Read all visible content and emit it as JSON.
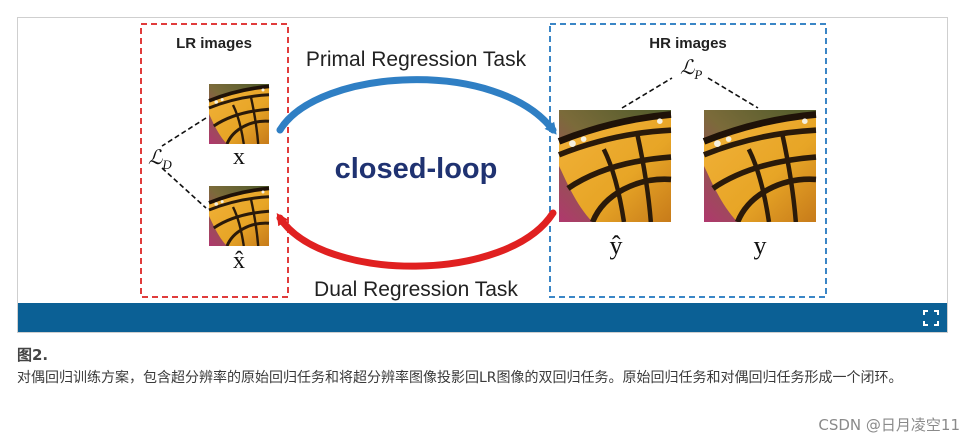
{
  "diagram": {
    "lr_group_title": "LR images",
    "hr_group_title": "HR images",
    "primal_label": "Primal Regression Task",
    "dual_label": "Dual Regression Task",
    "center_label": "closed-loop",
    "loss_d": "ℒ",
    "loss_d_sub": "D",
    "loss_p": "ℒ",
    "loss_p_sub": "P",
    "lr_x_label": "x",
    "lr_xhat_label": "x̂",
    "hr_yhat_label": "ŷ",
    "hr_y_label": "y",
    "colors": {
      "lr_box": "#e03c3c",
      "hr_box": "#3b86c6",
      "primal_arrow": "#2f7fc4",
      "dual_arrow": "#e02020",
      "center_text": "#1f3271"
    }
  },
  "footer_bar": {
    "color": "#0b6095",
    "icon": "expand-icon"
  },
  "caption": {
    "title": "图2.",
    "text": "对偶回归训练方案，包含超分辨率的原始回归任务和将超分辨率图像投影回LR图像的双回归任务。原始回归任务和对偶回归任务形成一个闭环。"
  },
  "watermark": "CSDN @日月凌空11"
}
